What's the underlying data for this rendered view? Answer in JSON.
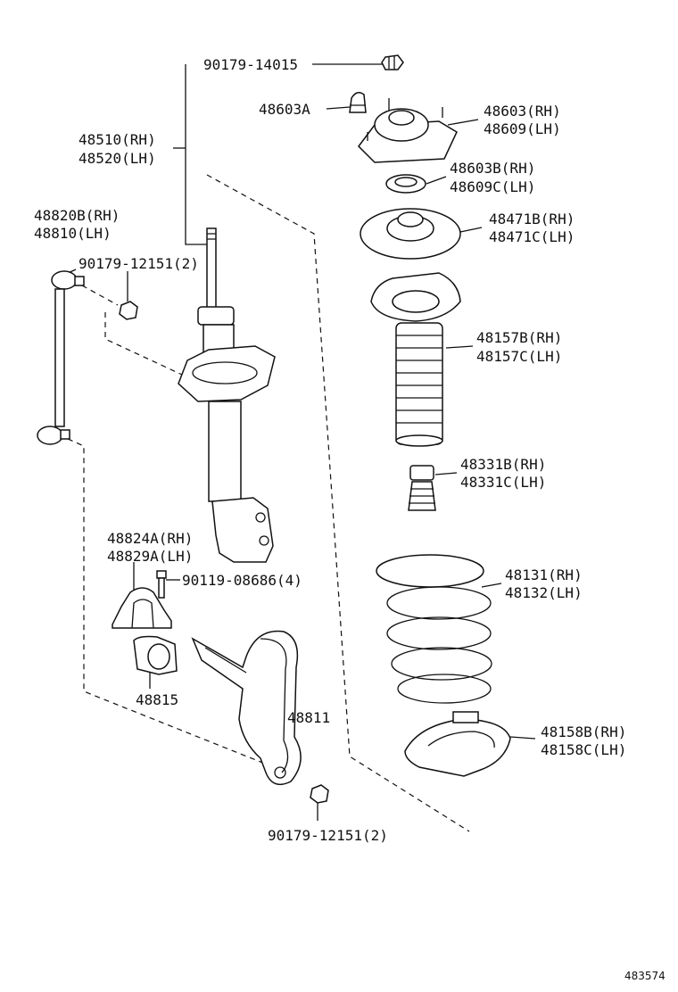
{
  "diagram_id": "483574",
  "labels": {
    "nut_top": "90179-14015",
    "strut_rh": "48510(RH)",
    "strut_lh": "48520(LH)",
    "cap_nut": "48603A",
    "mount_rh": "48603(RH)",
    "mount_lh": "48609(LH)",
    "bearing_rh": "48603B(RH)",
    "bearing_lh": "48609C(LH)",
    "upper_seat_rh": "48471B(RH)",
    "upper_seat_lh": "48471C(LH)",
    "link_rh": "48820B(RH)",
    "link_lh": "48810(LH)",
    "link_nut": "90179-12151(2)",
    "boot_rh": "48157B(RH)",
    "boot_lh": "48157C(LH)",
    "bump_rh": "48331B(RH)",
    "bump_lh": "48331C(LH)",
    "bracket_rh": "48824A(RH)",
    "bracket_lh": "48829A(LH)",
    "bolt": "90119-08686(4)",
    "spring_rh": "48131(RH)",
    "spring_lh": "48132(LH)",
    "bushing": "48815",
    "stab_bar": "48811",
    "lower_seat_rh": "48158B(RH)",
    "lower_seat_lh": "48158C(LH)",
    "bottom_nut": "90179-12151(2)"
  }
}
